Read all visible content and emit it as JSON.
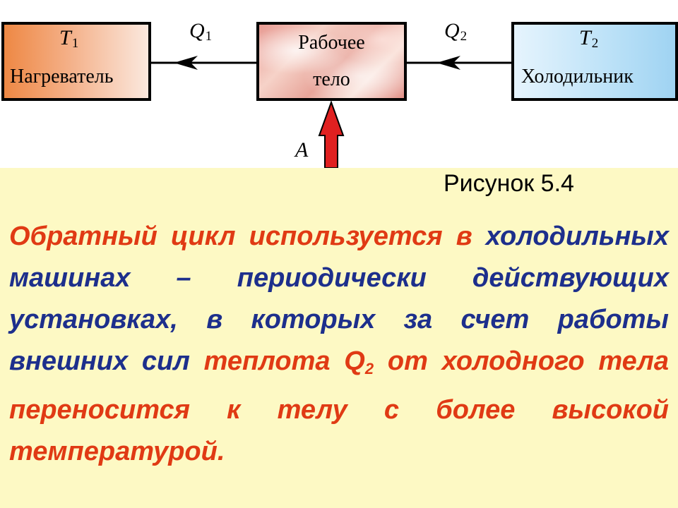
{
  "diagram": {
    "heater": {
      "symbol": "T",
      "subscript": "1",
      "label": "Нагреватель"
    },
    "working_body": {
      "label_line1": "Рабочее",
      "label_line2": "тело"
    },
    "cooler": {
      "symbol": "T",
      "subscript": "2",
      "label": "Холодильник"
    },
    "q1": {
      "symbol": "Q",
      "subscript": "1"
    },
    "q2": {
      "symbol": "Q",
      "subscript": "2"
    },
    "work": {
      "symbol": "A"
    }
  },
  "caption": "Рисунок 5.4",
  "paragraph": {
    "part1": "Обратный цикл используется в ",
    "part2": "холодильных машинах – периодически действующих установках, в которых за счет работы внешних сил ",
    "part3": "теплота Q",
    "part3_sub": "2",
    "part4": " от холодного тела переносится к телу с более высокой температурой."
  }
}
